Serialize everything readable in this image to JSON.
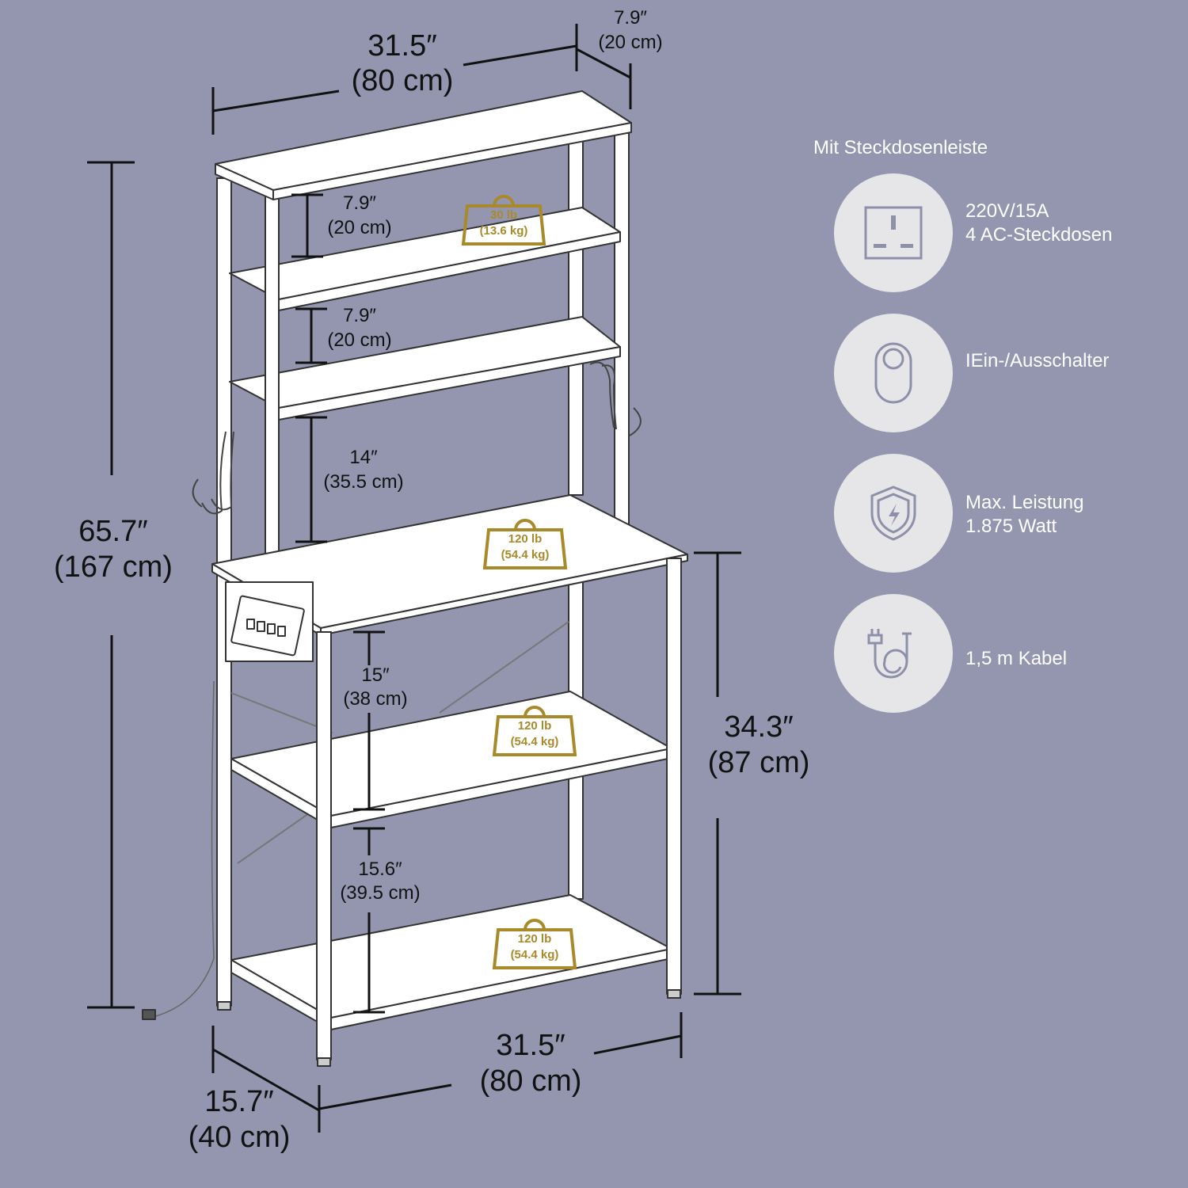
{
  "dimensions": {
    "width_top": {
      "in": "31.5″",
      "cm": "(80 cm)"
    },
    "depth_top": {
      "in": "7.9″",
      "cm": "(20 cm)"
    },
    "height_total": {
      "in": "65.7″",
      "cm": "(167 cm)"
    },
    "height_desk": {
      "in": "34.3″",
      "cm": "(87 cm)"
    },
    "width_bottom": {
      "in": "31.5″",
      "cm": "(80 cm)"
    },
    "depth_bottom": {
      "in": "15.7″",
      "cm": "(40 cm)"
    },
    "gap_1": {
      "in": "7.9″",
      "cm": "(20 cm)"
    },
    "gap_2": {
      "in": "7.9″",
      "cm": "(20 cm)"
    },
    "gap_3": {
      "in": "14″",
      "cm": "(35.5 cm)"
    },
    "gap_4": {
      "in": "15″",
      "cm": "(38 cm)"
    },
    "gap_5": {
      "in": "15.6″",
      "cm": "(39.5 cm)"
    }
  },
  "weights": [
    {
      "lb": "30 lb",
      "kg": "(13.6 kg)"
    },
    {
      "lb": "120 lb",
      "kg": "(54.4 kg)"
    },
    {
      "lb": "120 lb",
      "kg": "(54.4 kg)"
    },
    {
      "lb": "120 lb",
      "kg": "(54.4 kg)"
    }
  ],
  "panel": {
    "title": "Mit Steckdosenleiste",
    "features": [
      {
        "icon": "power-socket-icon",
        "line1": "220V/15A",
        "line2": "4 AC-Steckdosen"
      },
      {
        "icon": "switch-icon",
        "line1": "IEin-/Ausschalter"
      },
      {
        "icon": "shield-bolt-icon",
        "line1": "Max. Leistung",
        "line2": "1.875 Watt"
      },
      {
        "icon": "cable-plug-icon",
        "line1": "1,5 m Kabel"
      }
    ]
  },
  "colors": {
    "background": "#9496b0",
    "weight_gold": "#a88a2a",
    "circle": "#e6e6e9",
    "icon": "#8e90aa"
  }
}
